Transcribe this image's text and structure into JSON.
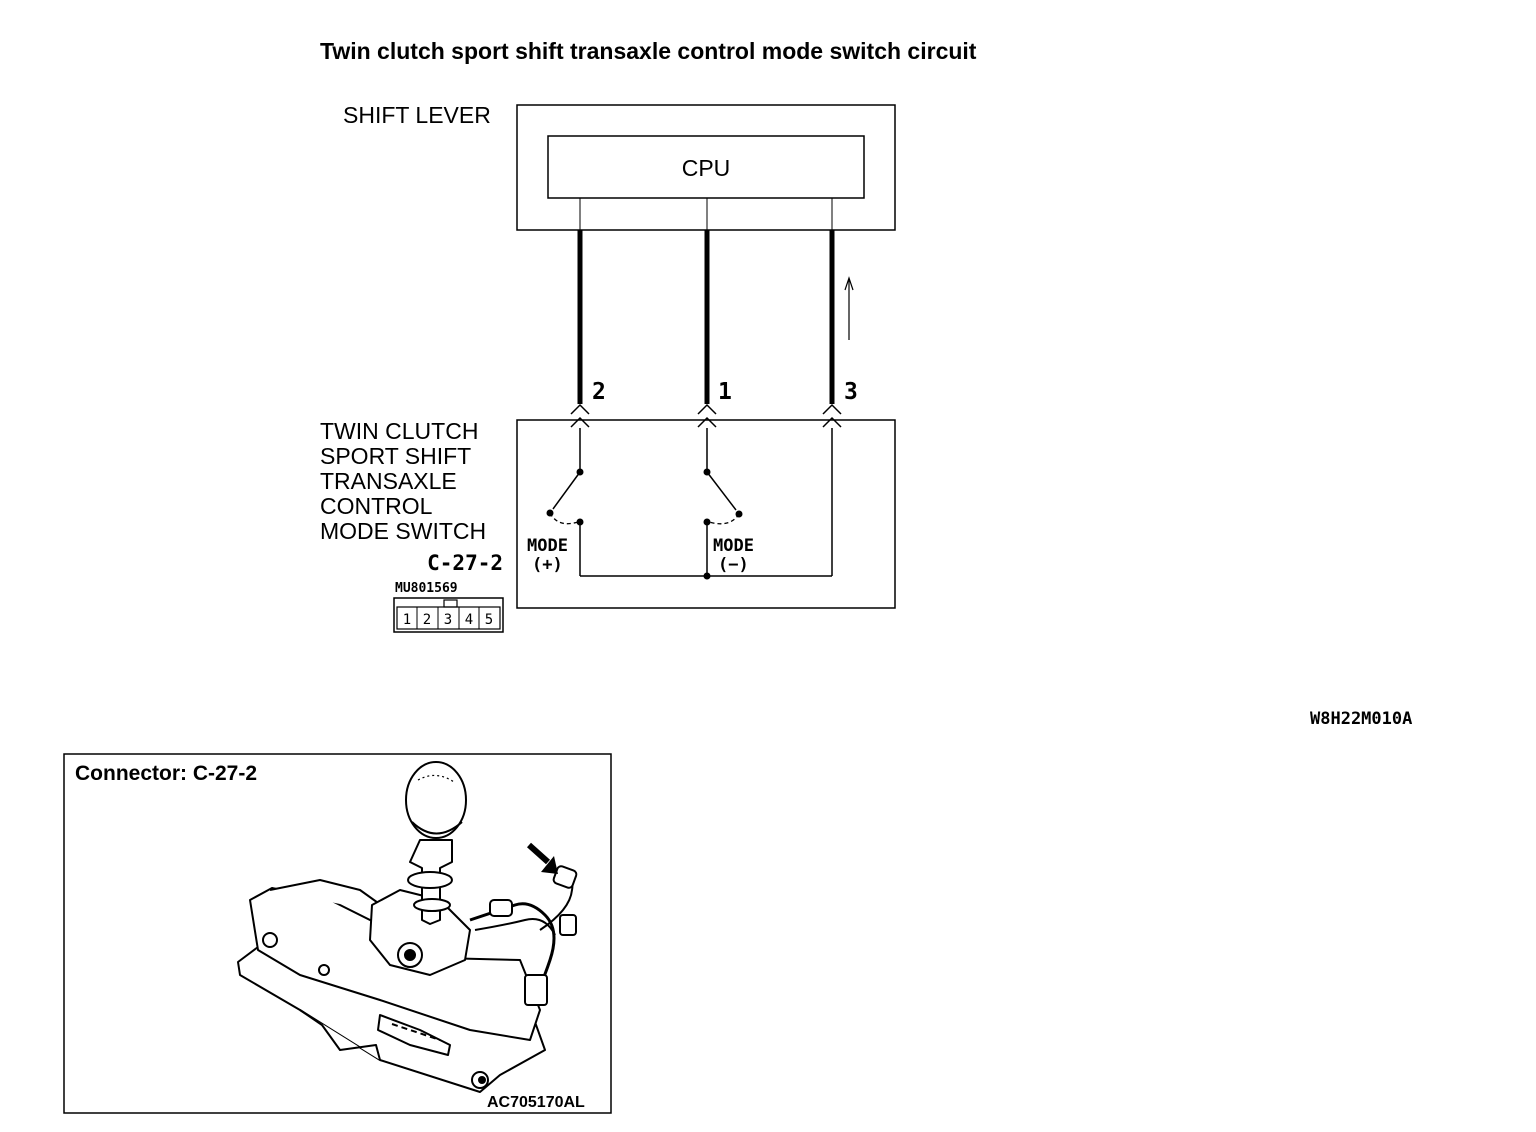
{
  "title": "Twin clutch sport shift transaxle control mode switch circuit",
  "shift_lever": {
    "label": "SHIFT LEVER",
    "cpu_label": "CPU"
  },
  "wires": [
    {
      "pin": "2"
    },
    {
      "pin": "1"
    },
    {
      "pin": "3"
    }
  ],
  "mode_switch": {
    "label_lines": [
      "TWIN CLUTCH",
      "SPORT SHIFT",
      "TRANSAXLE",
      "CONTROL",
      "MODE SWITCH"
    ],
    "connector_id": "C-27-2",
    "part_number": "MU801569",
    "connector_pins": [
      "1",
      "2",
      "3",
      "4",
      "5"
    ],
    "mode_plus": {
      "line1": "MODE",
      "line2": "(+)"
    },
    "mode_minus": {
      "line1": "MODE",
      "line2": "(−)"
    }
  },
  "diagram_code": "W8H22M010A",
  "connector_view": {
    "title": "Connector: C-27-2",
    "image_code": "AC705170AL"
  }
}
